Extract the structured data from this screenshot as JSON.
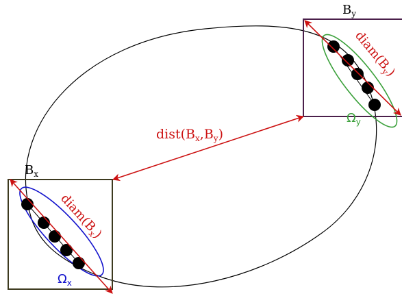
{
  "labels": {
    "box_x": {
      "base": "B",
      "sub": "x"
    },
    "box_y": {
      "base": "B",
      "sub": "y"
    },
    "diam_x": {
      "prefix": "diam(B",
      "sub": "x",
      "suffix": ")"
    },
    "diam_y": {
      "prefix": "diam(B",
      "sub": "y",
      "suffix": ")"
    },
    "omega_x": {
      "base": "Ω",
      "sub": "x"
    },
    "omega_y": {
      "base": "Ω",
      "sub": "y"
    },
    "dist": {
      "prefix": "dist(B",
      "sub1": "x",
      "mid": ",B",
      "sub2": "y",
      "suffix": ")"
    }
  },
  "colors": {
    "box_x": "#3d3a1f",
    "box_y": "#4a1f4a",
    "red": "#cc1111",
    "blue": "#1111cc",
    "green": "#3aa03a",
    "black": "#000000"
  }
}
